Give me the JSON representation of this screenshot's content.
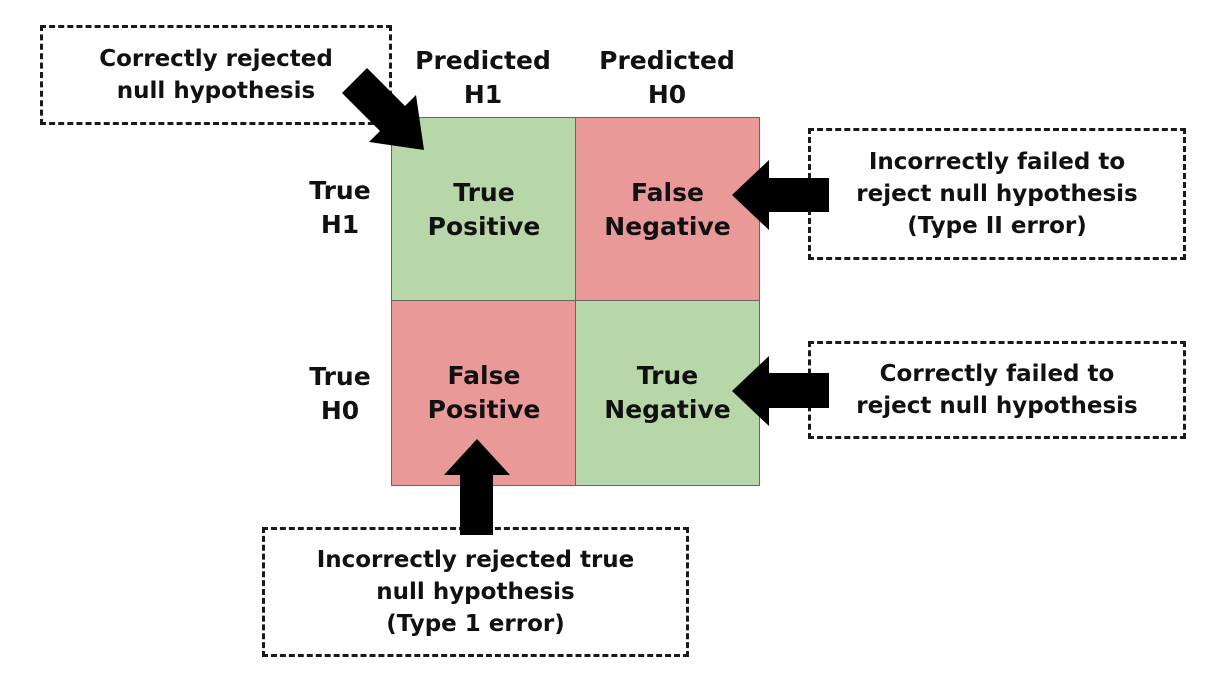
{
  "colors": {
    "green": "#b7d7a8",
    "red": "#ea9999",
    "arrow": "#000000",
    "border": "#666666"
  },
  "headers": {
    "col1": "Predicted\nH1",
    "col2": "Predicted\nH0",
    "row1": "True\nH1",
    "row2": "True\nH0"
  },
  "cells": {
    "tp": "True\nPositive",
    "fn": "False\nNegative",
    "fp": "False\nPositive",
    "tn": "True\nNegative"
  },
  "callouts": {
    "top_left": "Correctly rejected\nnull hypothesis",
    "right_top": "Incorrectly  failed to\nreject null hypothesis\n(Type II error)",
    "right_bottom": "Correctly failed to\nreject null hypothesis",
    "bottom": "Incorrectly rejected true\nnull hypothesis\n(Type 1 error)"
  }
}
